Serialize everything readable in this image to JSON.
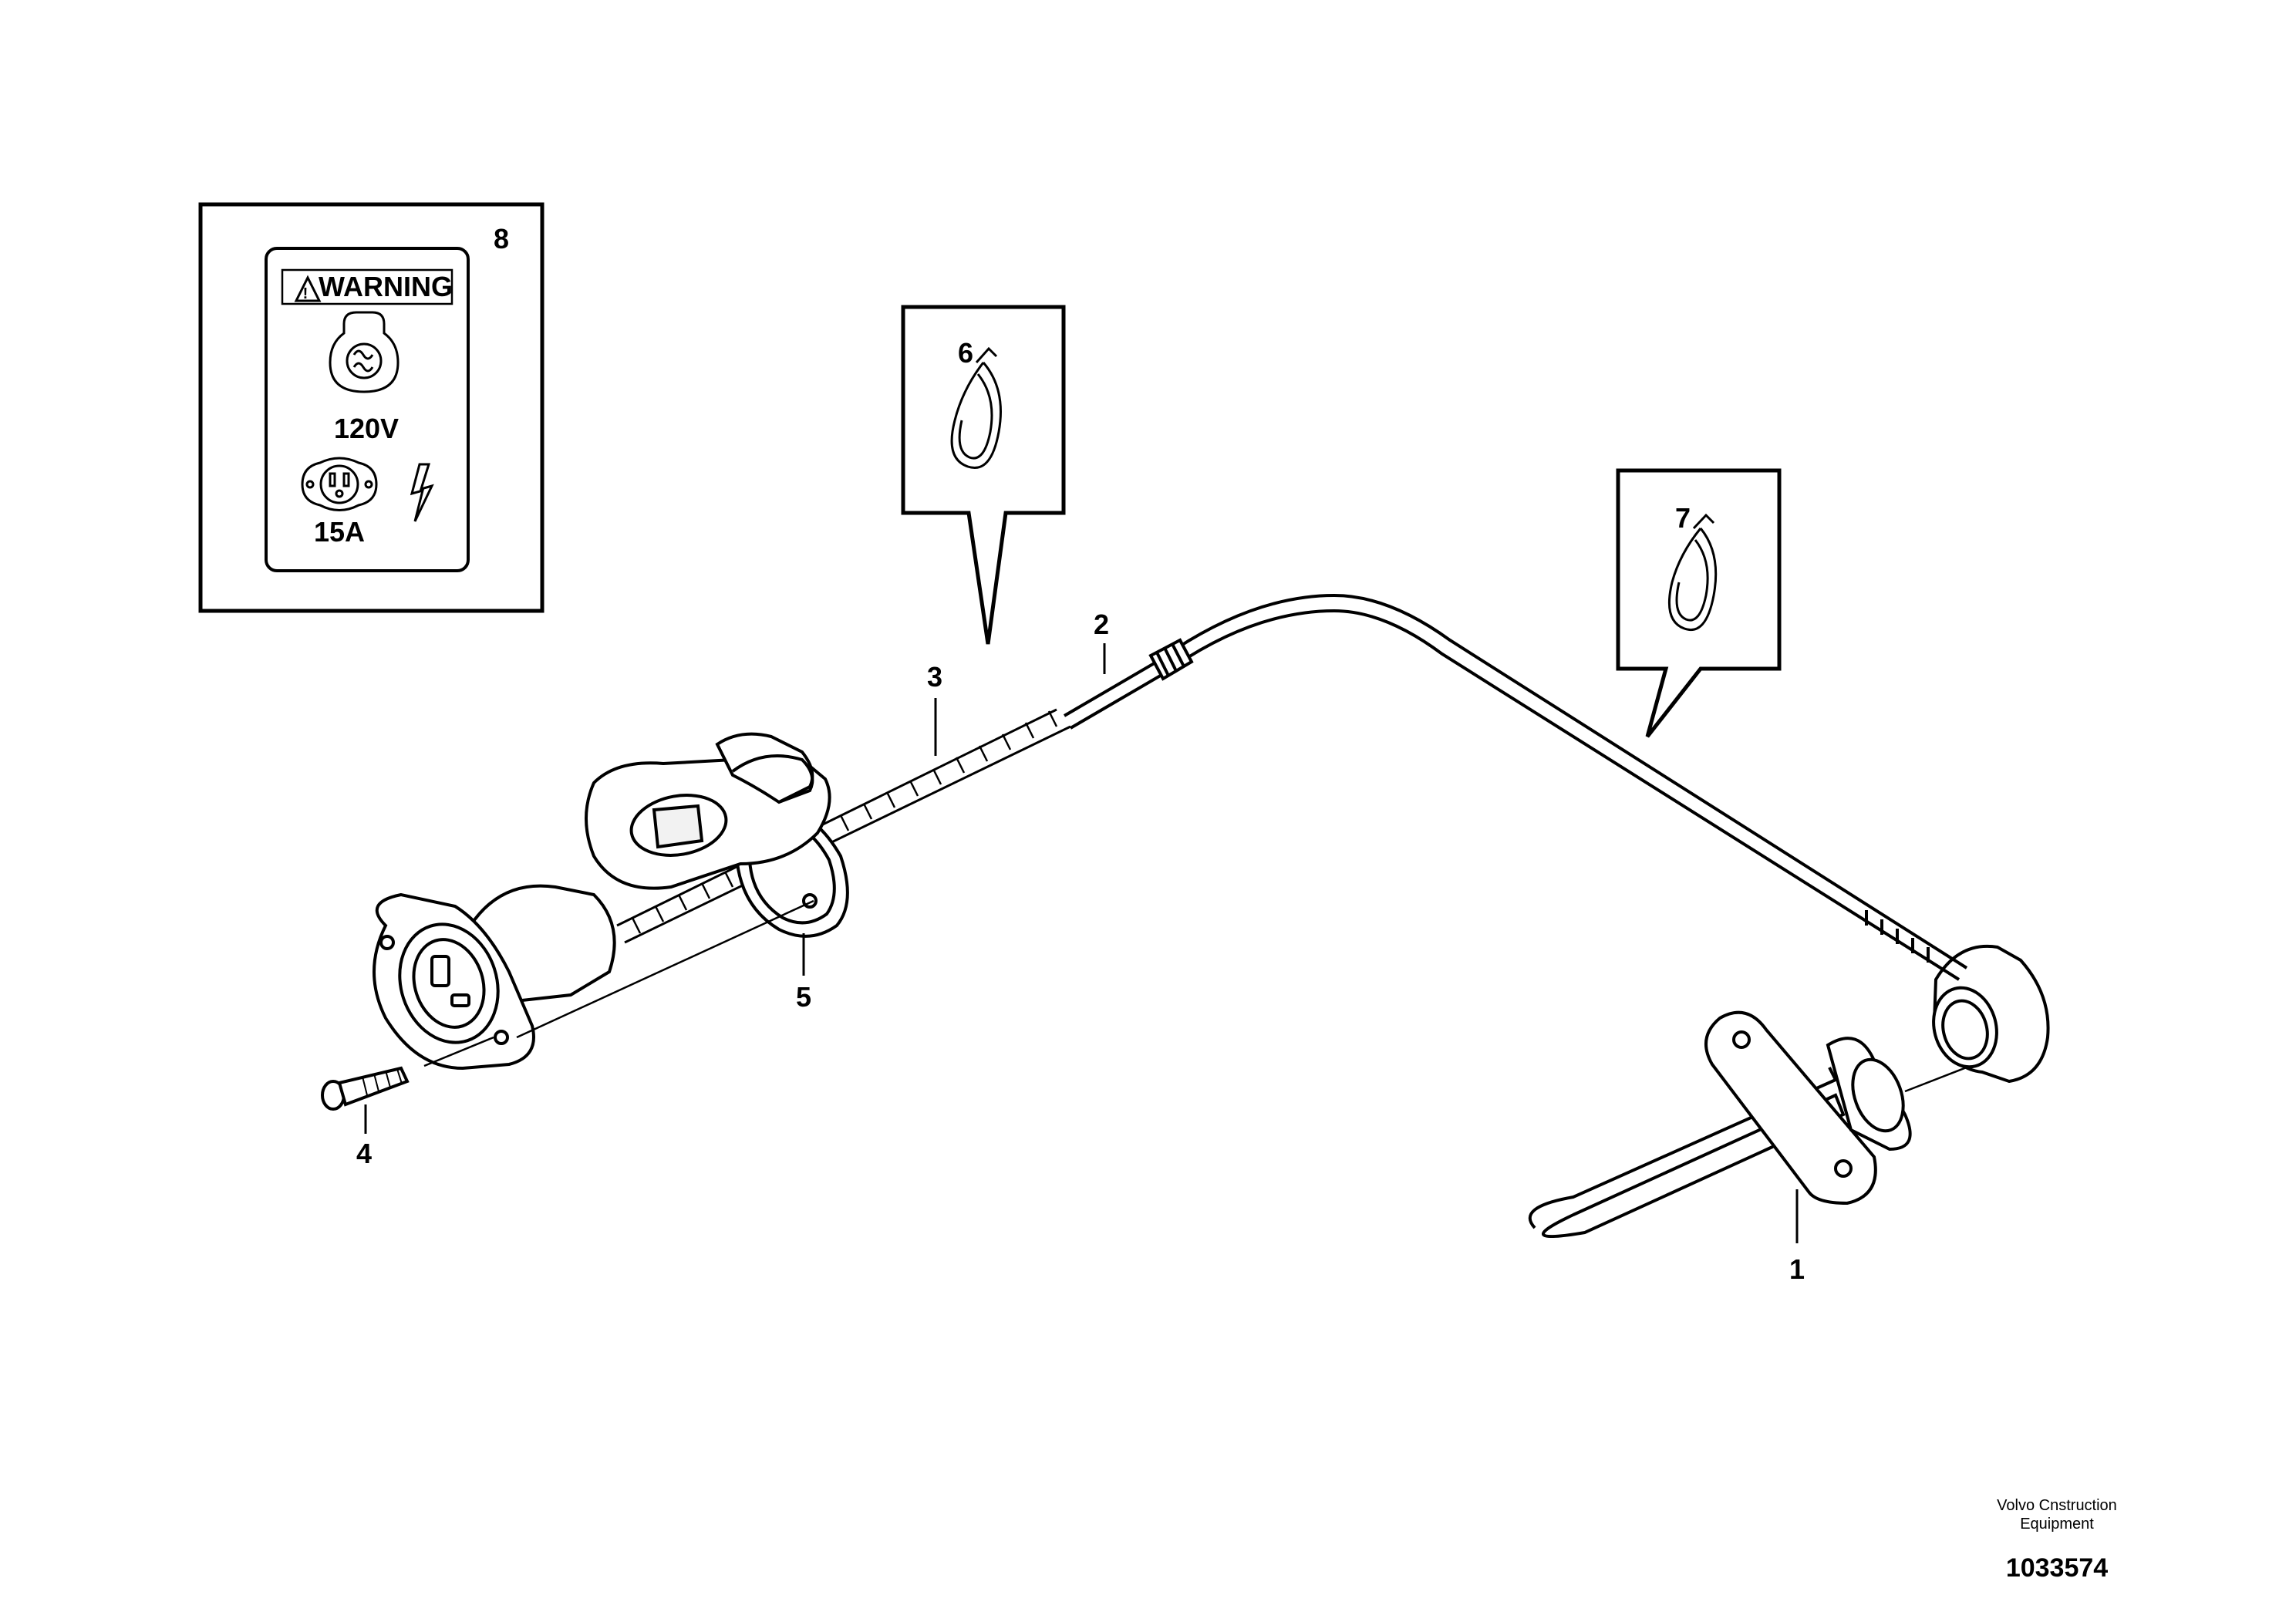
{
  "callouts": {
    "c1": "1",
    "c2": "2",
    "c3": "3",
    "c4": "4",
    "c5": "5",
    "c6": "6",
    "c7": "7",
    "c8": "8"
  },
  "decal": {
    "header": "WARNING",
    "voltage": "120V",
    "amperage": "15A",
    "icons": [
      "warning-triangle-icon",
      "socket-icon",
      "outlet-icon",
      "lightning-icon"
    ]
  },
  "footer": {
    "brand_line1": "Volvo Cnstruction",
    "brand_line2": "Equipment",
    "drawing_number": "1033574"
  }
}
